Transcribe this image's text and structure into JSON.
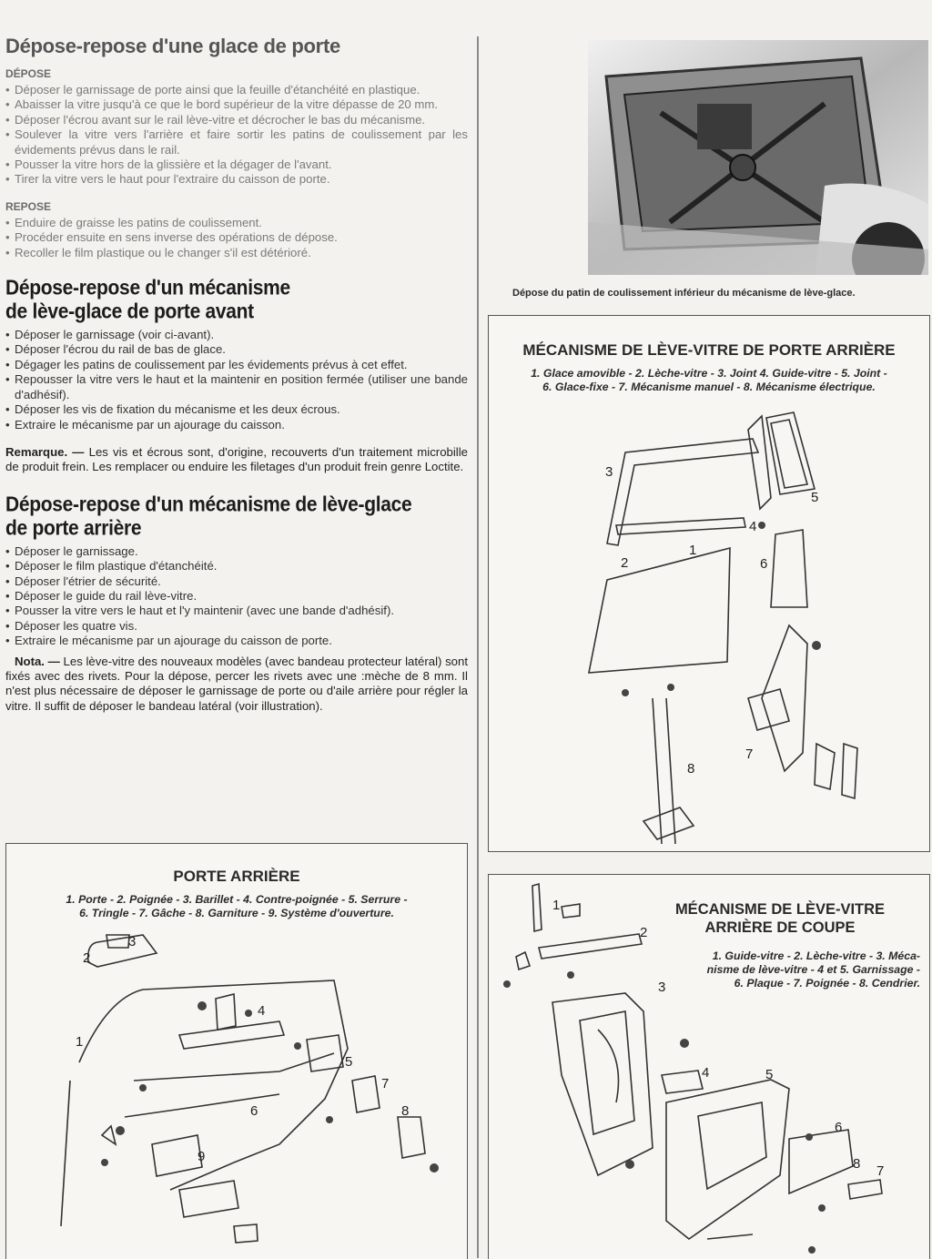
{
  "sections": {
    "s1": {
      "title": "Dépose-repose d'une glace de porte",
      "depose_label": "DÉPOSE",
      "depose_steps": [
        "Déposer le garnissage de porte ainsi que la feuille d'étanchéité en plastique.",
        "Abaisser la vitre jusqu'à ce que le bord supérieur de la vitre dépasse de 20 mm.",
        "Déposer l'écrou avant sur le rail lève-vitre et décrocher le bas du mécanisme.",
        "Soulever la vitre vers l'arrière et faire sortir les patins de coulissement par les évidements prévus dans le rail.",
        "Pousser la vitre hors de la glissière et la dégager de l'avant.",
        "Tirer la vitre vers le haut pour l'extraire du caisson de porte."
      ],
      "repose_label": "REPOSE",
      "repose_steps": [
        "Enduire de graisse les patins de coulissement.",
        "Procéder ensuite en sens inverse des opérations de dépose.",
        "Recoller le film plastique ou le changer s'il est détérioré."
      ]
    },
    "s2": {
      "title_line1": "Dépose-repose d'un mécanisme",
      "title_line2": "de lève-glace de porte avant",
      "steps": [
        "Déposer le garnissage (voir ci-avant).",
        "Déposer l'écrou du rail de bas de glace.",
        "Dégager les patins de coulissement par les évidements prévus à cet effet.",
        "Repousser la vitre vers le haut et la maintenir en position fermée (utiliser une bande d'adhésif).",
        "Déposer les vis de fixation du mécanisme et les deux écrous.",
        "Extraire le mécanisme par un ajourage du caisson."
      ],
      "remark_label": "Remarque. —",
      "remark_text": " Les vis et écrous sont, d'origine, recouverts d'un traitement microbille de produit frein. Les remplacer ou enduire les filetages d'un produit frein genre Loctite."
    },
    "s3": {
      "title_line1": "Dépose-repose d'un mécanisme de lève-glace",
      "title_line2": "de porte arrière",
      "steps": [
        "Déposer le garnissage.",
        "Déposer le film plastique d'étanchéité.",
        "Déposer l'étrier de sécurité.",
        "Déposer le guide du rail lève-vitre.",
        "Pousser la vitre vers le haut et l'y maintenir (avec une bande d'adhésif).",
        "Déposer les quatre vis.",
        "Extraire le mécanisme par un ajourage du caisson de porte."
      ],
      "nota_label": "Nota. —",
      "nota_text": " Les lève-vitre des nouveaux modèles (avec bandeau protecteur latéral) sont fixés avec des rivets. Pour la dépose, percer les rivets avec une :mèche de 8 mm. Il n'est plus nécessaire de déposer le garnissage de porte ou d'aile arrière pour régler la vitre. Il suffit de déposer le bandeau latéral (voir illustration)."
    }
  },
  "photo": {
    "caption": "Dépose du patin de coulissement inférieur du mécanisme de lève-glace."
  },
  "box_rear_window": {
    "title": "MÉCANISME DE LÈVE-VITRE DE PORTE ARRIÈRE",
    "legend_line1": "1. Glace amovible - 2. Lèche-vitre - 3. Joint 4. Guide-vitre - 5. Joint -",
    "legend_line2": "6. Glace-fixe - 7. Mécanisme manuel - 8. Mécanisme électrique.",
    "callouts": [
      "1",
      "2",
      "3",
      "4",
      "5",
      "6",
      "7",
      "8"
    ]
  },
  "box_rear_door": {
    "title": "PORTE ARRIÈRE",
    "legend_line1": "1. Porte - 2. Poignée - 3. Barillet - 4. Contre-poignée - 5. Serrure -",
    "legend_line2": "6. Tringle - 7. Gâche - 8. Garniture - 9. Système d'ouverture.",
    "callouts": [
      "1",
      "2",
      "3",
      "4",
      "5",
      "6",
      "7",
      "8",
      "9"
    ]
  },
  "box_coupe": {
    "title_line1": "MÉCANISME DE LÈVE-VITRE",
    "title_line2": "ARRIÈRE DE COUPE",
    "legend_line1": "1. Guide-vitre - 2. Lèche-vitre - 3. Méca-",
    "legend_line2": "nisme de lève-vitre - 4 et 5. Garnissage -",
    "legend_line3": "6. Plaque - 7. Poignée - 8. Cendrier.",
    "callouts": [
      "1",
      "2",
      "3",
      "4",
      "5",
      "6",
      "7",
      "8"
    ]
  }
}
